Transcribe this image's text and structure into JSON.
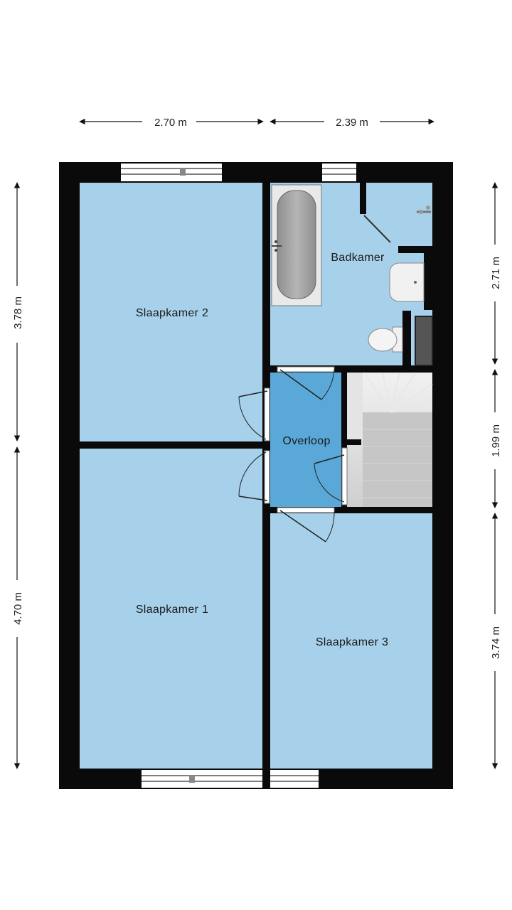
{
  "colors": {
    "wall": "#0a0a0a",
    "room": "#a7d1ea",
    "landing": "#5aa8d8",
    "stairs": "#d0d0d0",
    "window_frame": "#ffffff",
    "dimension_line": "#111111"
  },
  "rooms": {
    "bedroom_2": "Slaapkamer 2",
    "bathroom": "Badkamer",
    "landing": "Overloop",
    "bedroom_1": "Slaapkamer 1",
    "bedroom_3": "Slaapkamer 3"
  },
  "dimensions": {
    "top_left": "2.70 m",
    "top_right": "2.39 m",
    "left_upper": "3.78 m",
    "left_lower": "4.70 m",
    "right_upper": "2.71 m",
    "right_middle": "1.99 m",
    "right_lower": "3.74 m"
  },
  "icons": {
    "bathtub": "bathtub-icon",
    "toilet": "toilet-icon",
    "sink": "sink-icon",
    "tap": "tap-icon",
    "stairs": "staircase-icon"
  }
}
